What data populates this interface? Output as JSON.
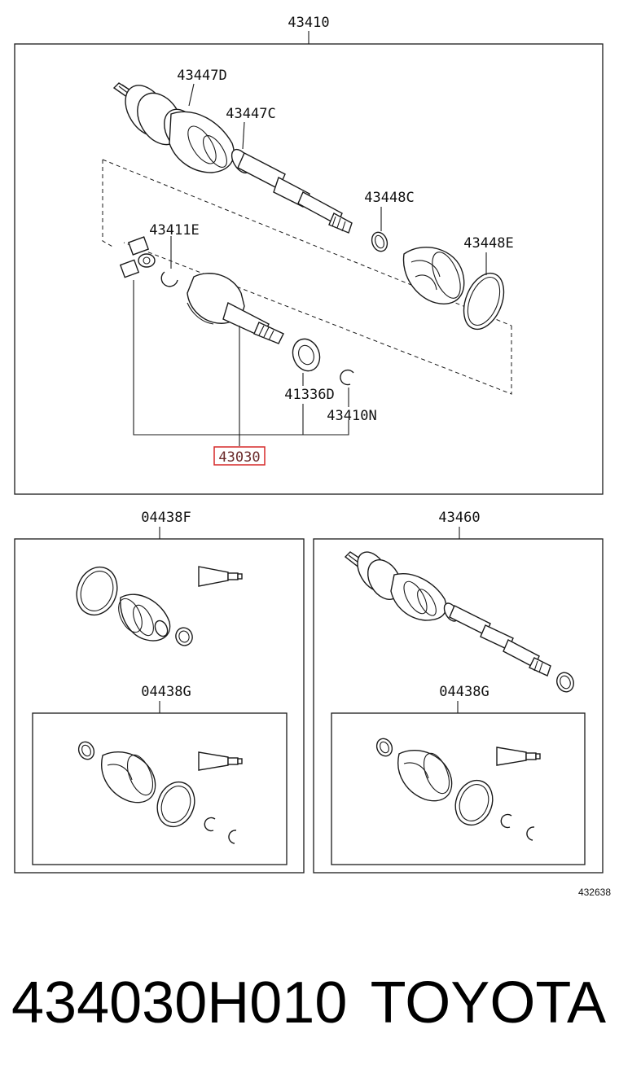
{
  "labels": {
    "assembly_main": "43410",
    "boot_clamp_outer_large": "43447D",
    "boot_clamp_outer_small": "43447C",
    "boot_clamp_inner_small": "43448C",
    "boot_clamp_inner_large": "43448E",
    "snap_ring_tripod": "43411E",
    "oil_seal": "41336D",
    "snap_ring_shaft": "43410N",
    "inner_joint_highlighted": "43030",
    "boot_kit_outer": "04438F",
    "boot_kit_inner_left": "04438G",
    "shaft_assembly_alt": "43460",
    "boot_kit_inner_right": "04438G"
  },
  "diagram_ref": "432638",
  "footer": {
    "part_number": "434030H010",
    "brand": "TOYOTA"
  },
  "colors": {
    "line": "#1a1a1a",
    "highlight": "#d62828"
  }
}
